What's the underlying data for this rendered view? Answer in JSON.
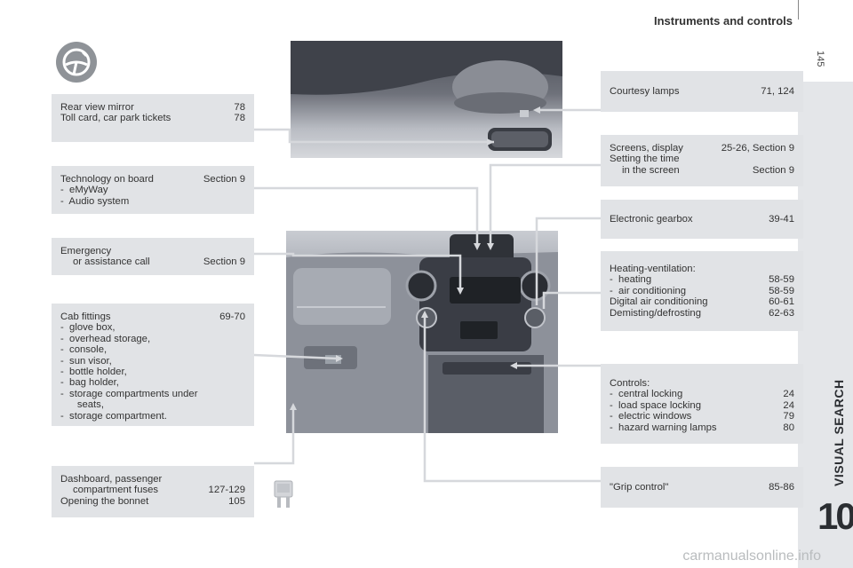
{
  "header": {
    "title": "Instruments and controls",
    "page_number": "145"
  },
  "sidebar": {
    "label": "VISUAL SEARCH",
    "section_number": "10"
  },
  "watermark": "carmanualsonline.info",
  "left_boxes": {
    "mirror": {
      "rows": [
        {
          "label": "Rear view mirror",
          "ref": "78"
        },
        {
          "label": "Toll card, car park tickets",
          "ref": "78"
        }
      ]
    },
    "technology": {
      "title": "Technology on board",
      "ref": "Section 9",
      "items": [
        "-  eMyWay",
        "-  Audio system"
      ]
    },
    "emergency": {
      "line1": "Emergency",
      "line2": "or assistance call",
      "ref": "Section 9"
    },
    "cab": {
      "title": "Cab fittings",
      "ref": "69-70",
      "items": [
        "-  glove box,",
        "-  overhead storage,",
        "-  console,",
        "-  sun visor,",
        "-  bottle holder,",
        "-  bag holder,",
        "-  storage compartments under",
        "      seats,",
        "-  storage compartment."
      ]
    },
    "dashboard": {
      "line1": "Dashboard, passenger",
      "line2": "compartment fuses",
      "ref2": "127-129",
      "line3": "Opening the bonnet",
      "ref3": "105"
    }
  },
  "right_boxes": {
    "courtesy": {
      "label": "Courtesy lamps",
      "ref": "71, 124"
    },
    "screens": {
      "line1": "Screens, display",
      "ref1": "25-26, Section 9",
      "line2": "Setting the time",
      "line3": "in the screen",
      "ref3": "Section 9"
    },
    "gearbox": {
      "label": "Electronic gearbox",
      "ref": "39-41"
    },
    "heating": {
      "title": "Heating-ventilation:",
      "rows": [
        {
          "label": "-  heating",
          "ref": "58-59"
        },
        {
          "label": "-  air conditioning",
          "ref": "58-59"
        },
        {
          "label": "Digital air conditioning",
          "ref": "60-61"
        },
        {
          "label": "Demisting/defrosting",
          "ref": "62-63"
        }
      ]
    },
    "controls": {
      "title": "Controls:",
      "rows": [
        {
          "label": "-  central locking",
          "ref": "24"
        },
        {
          "label": "-  load space locking",
          "ref": "24"
        },
        {
          "label": "-  electric windows",
          "ref": "79"
        },
        {
          "label": "-  hazard warning lamps",
          "ref": "80"
        }
      ]
    },
    "grip": {
      "label": "\"Grip control\"",
      "ref": "85-86"
    }
  },
  "icons": {
    "header_icon": "steering-wheel-icon",
    "fuse": "fuse-icon"
  },
  "colors": {
    "box_bg": "#e1e3e6",
    "line": "#d0d2d6",
    "sidebar": "#e4e6e9"
  }
}
